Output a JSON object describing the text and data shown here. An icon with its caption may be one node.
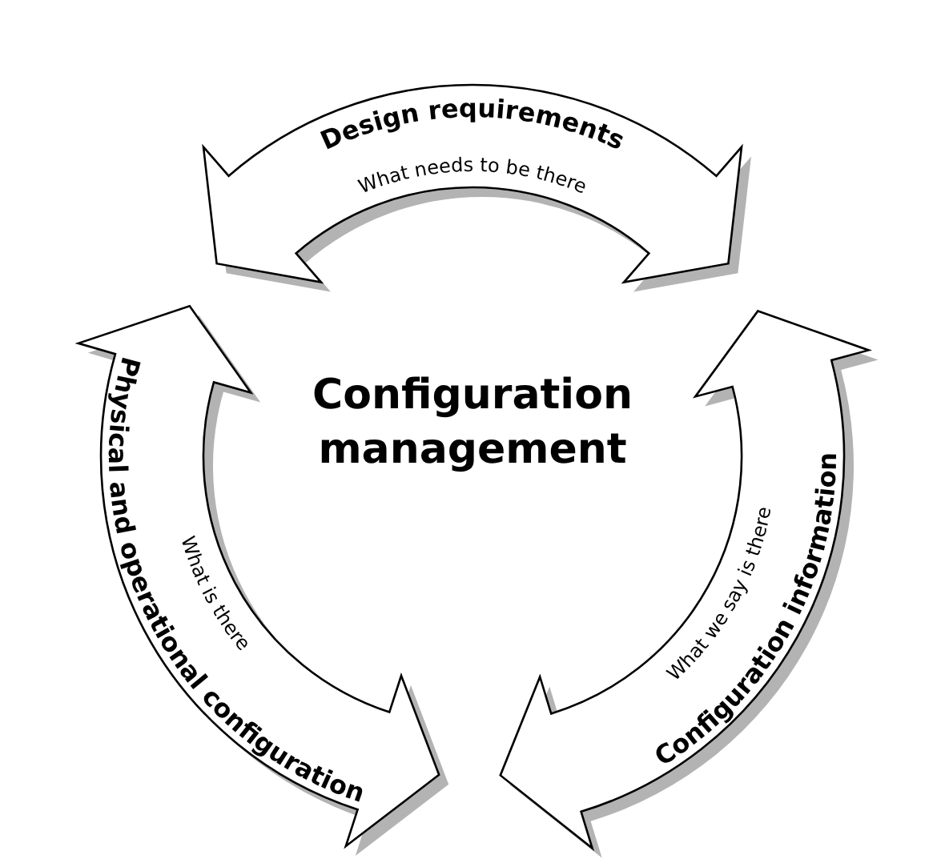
{
  "diagram": {
    "nodes": [
      {
        "text": [
          "Design requirements",
          "What needs to be there"
        ]
      },
      {
        "text": [
          "Physical and operational configuration",
          "What is there"
        ]
      },
      {
        "text": [
          "Configuration information",
          "What we say is there"
        ]
      }
    ],
    "labels": [
      "Configuration management"
    ]
  }
}
